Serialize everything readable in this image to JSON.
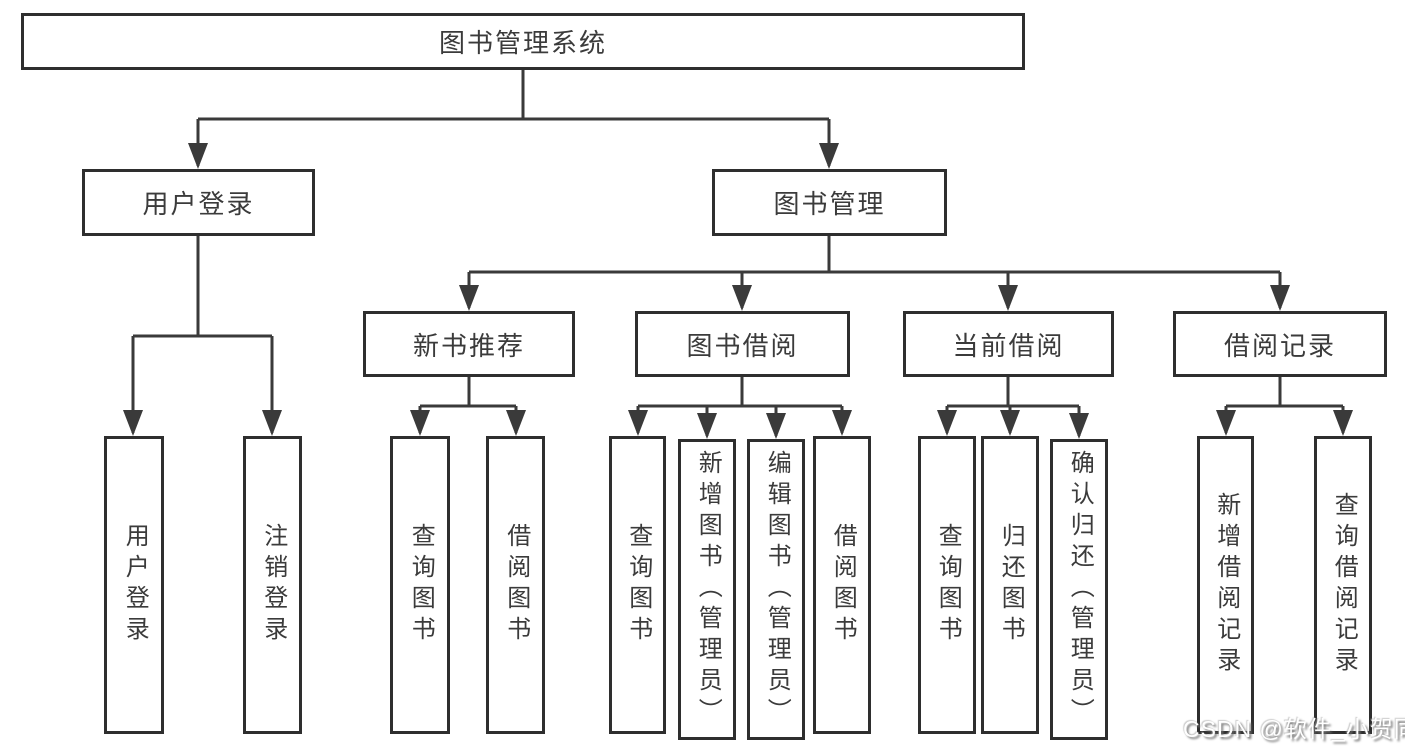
{
  "diagram": {
    "title": "图书管理系统",
    "root": {
      "label": "图书管理系统"
    },
    "branches": [
      {
        "label": "用户登录",
        "children": [
          {
            "label": "用户登录"
          },
          {
            "label": "注销登录"
          }
        ]
      },
      {
        "label": "图书管理",
        "children": [
          {
            "label": "新书推荐",
            "children": [
              {
                "label": "查询图书"
              },
              {
                "label": "借阅图书"
              }
            ]
          },
          {
            "label": "图书借阅",
            "children": [
              {
                "label": "查询图书"
              },
              {
                "label": "新增图书（管理员）"
              },
              {
                "label": "编辑图书（管理员）"
              },
              {
                "label": "借阅图书"
              }
            ]
          },
          {
            "label": "当前借阅",
            "children": [
              {
                "label": "查询图书"
              },
              {
                "label": "归还图书"
              },
              {
                "label": "确认归还（管理员）"
              }
            ]
          },
          {
            "label": "借阅记录",
            "children": [
              {
                "label": "新增借阅记录"
              },
              {
                "label": "查询借阅记录"
              }
            ]
          }
        ]
      }
    ]
  },
  "watermark": {
    "text": "CSDN @软件_小贺同学"
  },
  "colors": {
    "line": "#3a3a3a",
    "border": "#2e2e2e",
    "text": "#3b3b3b",
    "background": "#ffffff"
  }
}
